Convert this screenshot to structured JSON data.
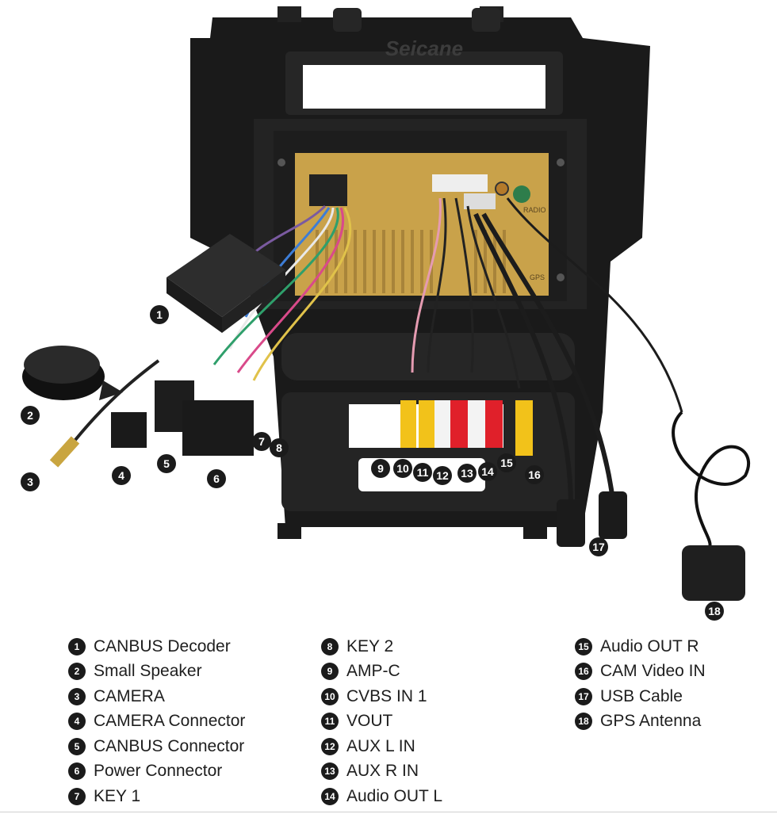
{
  "brand_watermark": "Seicane",
  "unit_labels": {
    "radio": "RADIO",
    "gps": "GPS"
  },
  "callout_numbers": [
    "1",
    "2",
    "3",
    "4",
    "5",
    "6",
    "7",
    "8",
    "9",
    "10",
    "11",
    "12",
    "13",
    "14",
    "15",
    "16",
    "17",
    "18"
  ],
  "legend": {
    "col1": [
      {
        "num": "1",
        "label": "CANBUS Decoder"
      },
      {
        "num": "2",
        "label": "Small Speaker"
      },
      {
        "num": "3",
        "label": "CAMERA"
      },
      {
        "num": "4",
        "label": "CAMERA Connector"
      },
      {
        "num": "5",
        "label": "CANBUS Connector"
      },
      {
        "num": "6",
        "label": "Power Connector"
      },
      {
        "num": "7",
        "label": "KEY 1"
      }
    ],
    "col2": [
      {
        "num": "8",
        "label": "KEY 2"
      },
      {
        "num": "9",
        "label": "AMP-C"
      },
      {
        "num": "10",
        "label": "CVBS IN 1"
      },
      {
        "num": "11",
        "label": "VOUT"
      },
      {
        "num": "12",
        "label": "AUX L IN"
      },
      {
        "num": "13",
        "label": "AUX R IN"
      },
      {
        "num": "14",
        "label": "Audio OUT L"
      }
    ],
    "col3": [
      {
        "num": "15",
        "label": "Audio OUT R"
      },
      {
        "num": "16",
        "label": "CAM Video IN"
      },
      {
        "num": "17",
        "label": "USB Cable"
      },
      {
        "num": "18",
        "label": "GPS Antenna"
      }
    ]
  }
}
